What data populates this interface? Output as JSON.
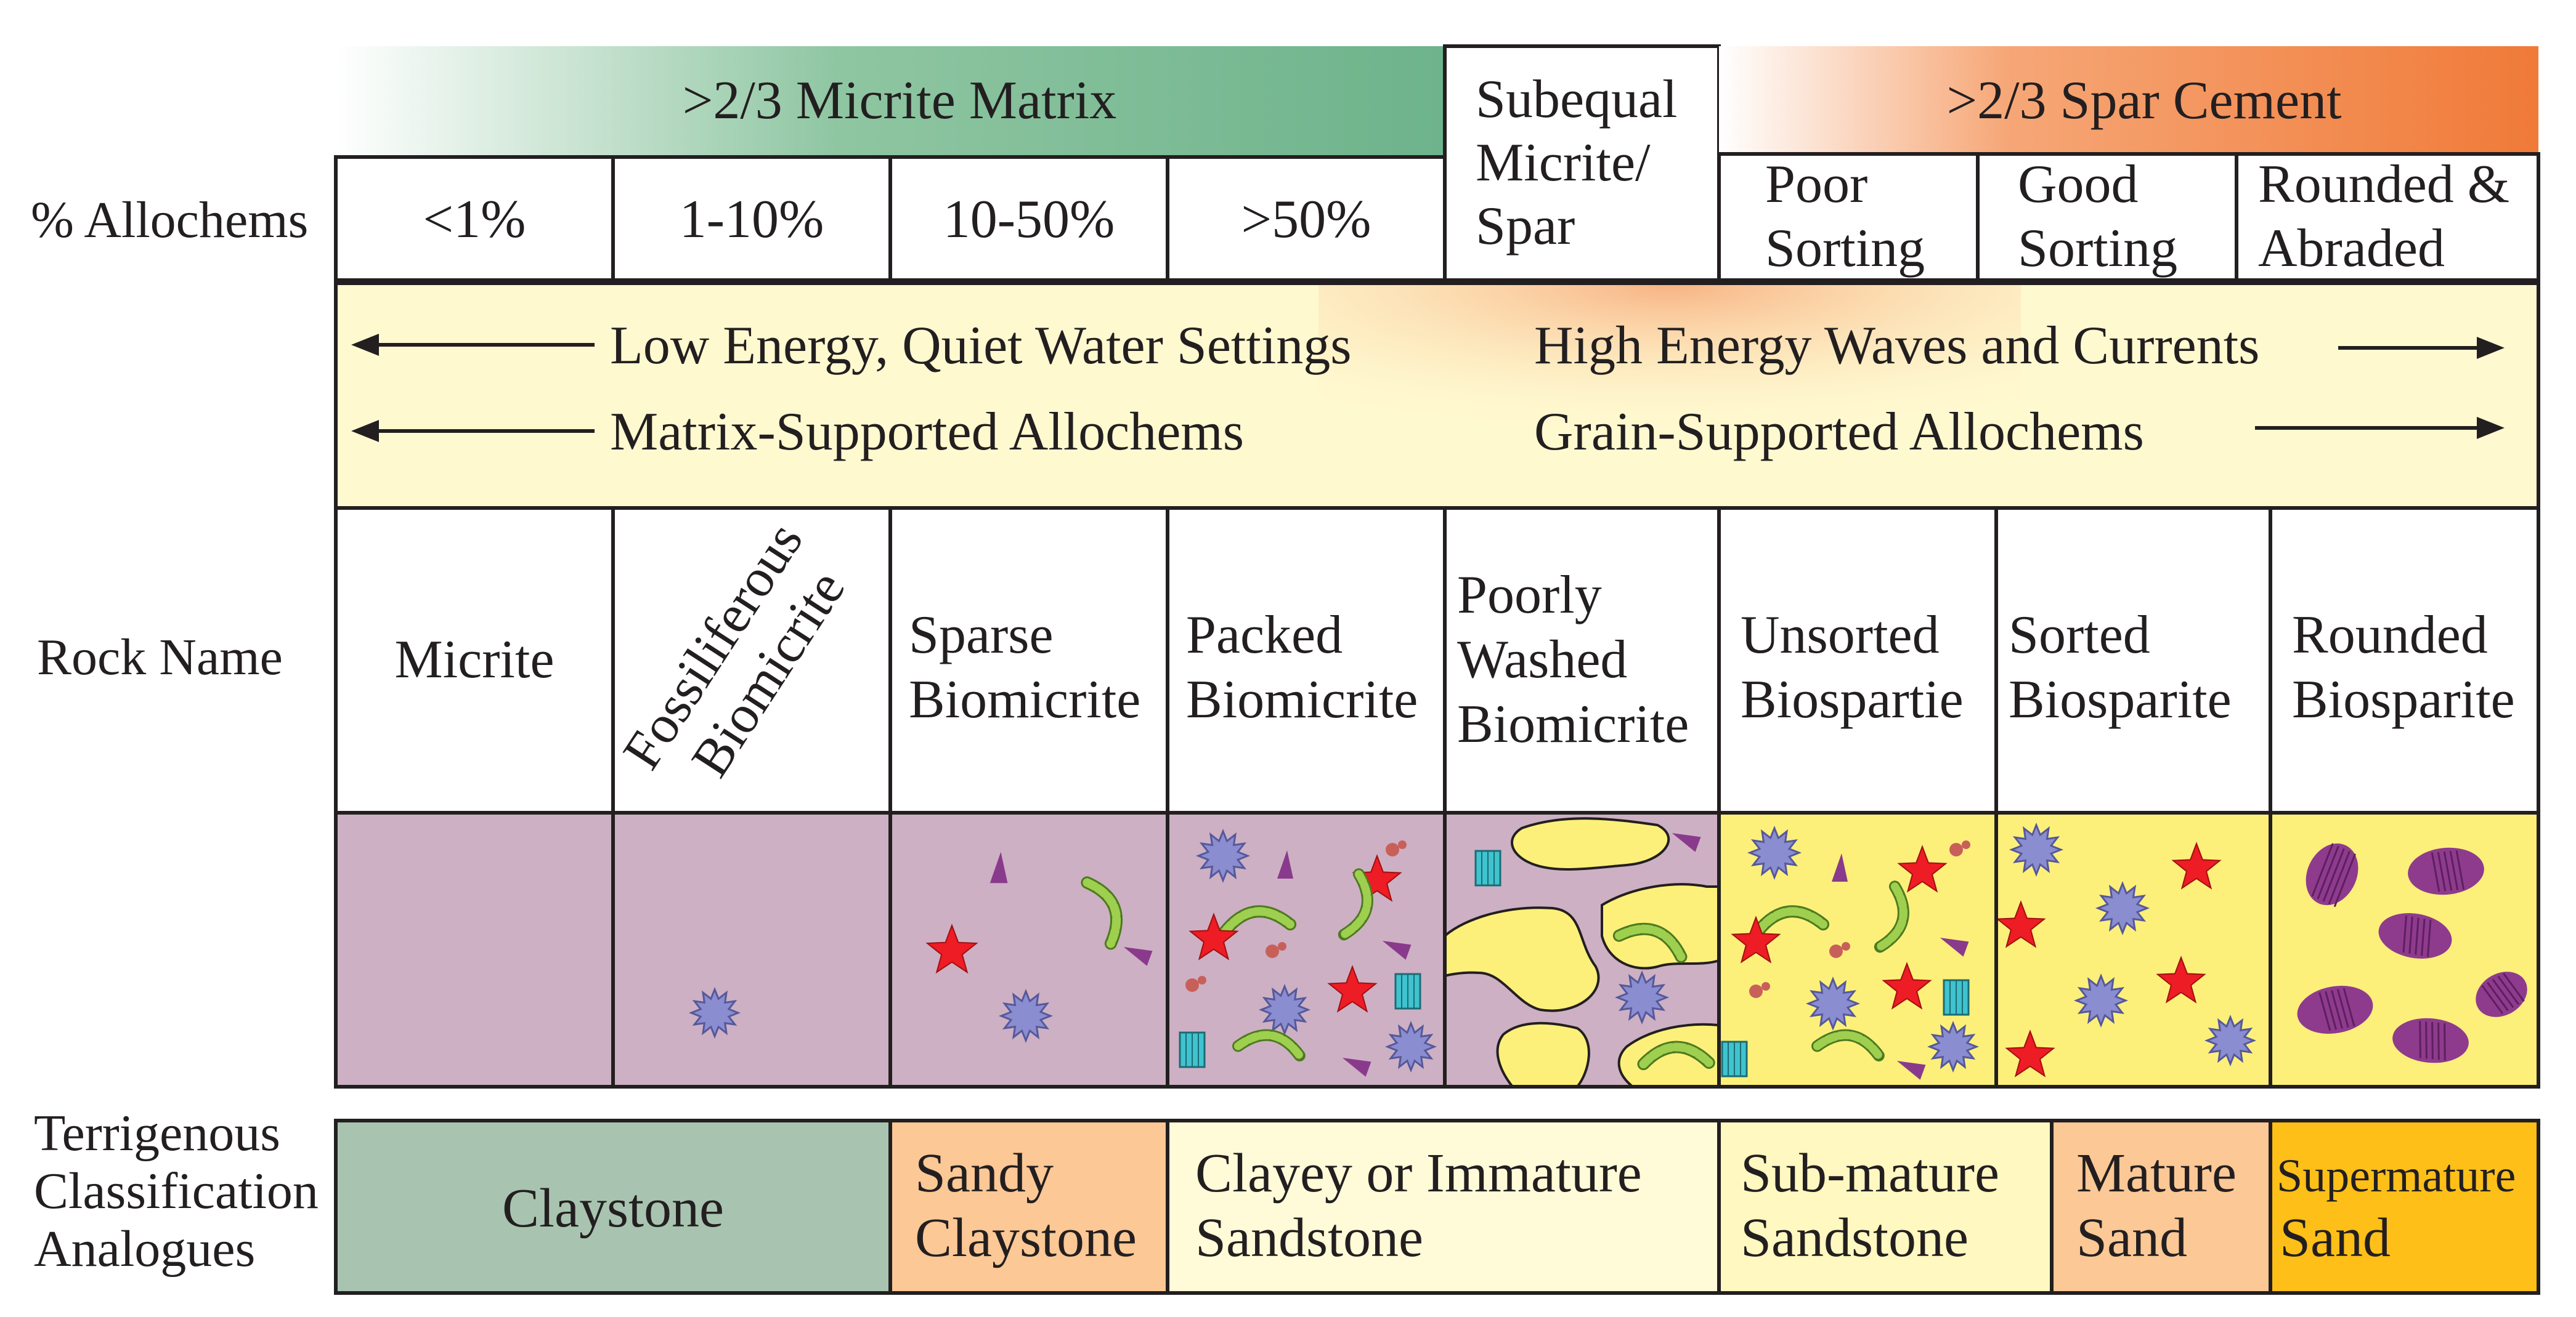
{
  "header": {
    "micrite_matrix": ">2/3 Micrite Matrix",
    "subequal": [
      "Subequal",
      "Micrite/",
      "Spar"
    ],
    "spar_cement": ">2/3 Spar Cement"
  },
  "allochems": {
    "row_label": "% Allochems",
    "percents": [
      "<1%",
      "1-10%",
      "10-50%",
      ">50%"
    ],
    "sorting": [
      [
        "Poor",
        "Sorting"
      ],
      [
        "Good",
        "Sorting"
      ],
      [
        "Rounded &",
        "Abraded"
      ]
    ]
  },
  "energy": {
    "low_energy": "Low Energy, Quiet Water Settings",
    "high_energy": "High Energy Waves and Currents",
    "matrix_supported": "Matrix-Supported Allochems",
    "grain_supported": "Grain-Supported Allochems"
  },
  "rock": {
    "row_label": "Rock Name",
    "names": [
      [
        "Micrite"
      ],
      [
        "Fossiliferous",
        "Biomicrite"
      ],
      [
        "Sparse",
        "Biomicrite"
      ],
      [
        "Packed",
        "Biomicrite"
      ],
      [
        "Poorly",
        "Washed",
        "Biomicrite"
      ],
      [
        "Unsorted",
        "Biospartie"
      ],
      [
        "Sorted",
        "Biosparite"
      ],
      [
        "Rounded",
        "Biosparite"
      ]
    ]
  },
  "terrigenous": {
    "row_label": [
      "Terrigenous",
      "Classification",
      "Analogues"
    ],
    "cells": [
      [
        "Claystone"
      ],
      [
        "Sandy",
        "Claystone"
      ],
      [
        "Clayey or Immature",
        "Sandstone"
      ],
      [
        "Sub-mature",
        "Sandstone"
      ],
      [
        "Mature",
        "Sand"
      ],
      [
        "Supermature",
        "Sand"
      ]
    ]
  },
  "colors": {
    "micrite_green": "#6db38b",
    "spar_orange": "#f08040",
    "energy_yellow": "#fff9d0",
    "micrite_purple": "#cdb0c4",
    "spar_yellow": "#fdf07a",
    "claystone": "#a8c4b0",
    "sandy_claystone": "#fbc896",
    "clayey_sandstone": "#fffbd8",
    "submature": "#fff8c0",
    "mature": "#fbc896",
    "supermature": "#fdbf18",
    "star": "#ee1c24",
    "spore": "#8a8ed0",
    "worm": "#9fcf4f",
    "triangle": "#8a3a8c",
    "crystal": "#3fc3cf",
    "ooid": "#8e3b8e"
  }
}
